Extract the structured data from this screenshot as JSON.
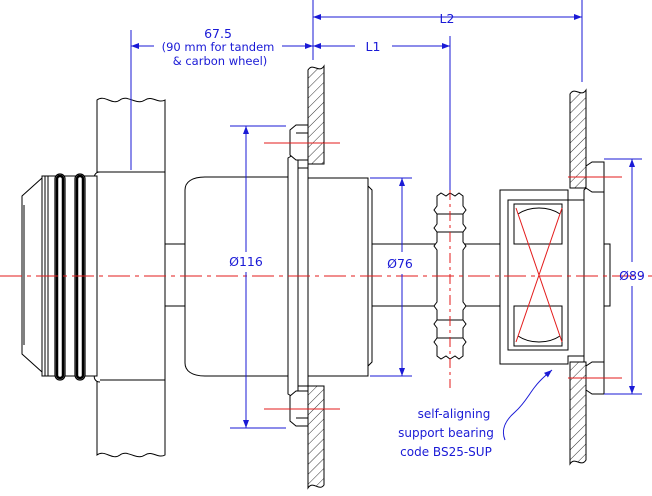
{
  "dimensions": {
    "offset_value": "67.5",
    "offset_note_line1": "(90 mm for tandem",
    "offset_note_line2": "& carbon wheel)",
    "l1": "L1",
    "l2": "L2",
    "dia_hub": "Ø116",
    "dia_shaft": "Ø76",
    "dia_bearing": "Ø89"
  },
  "callout": {
    "line1": "self-aligning",
    "line2": "support bearing",
    "line3": "code BS25-SUP"
  },
  "colors": {
    "dimension": "#1a1ad6",
    "centerline": "#e31b1b",
    "outline": "#000000"
  }
}
